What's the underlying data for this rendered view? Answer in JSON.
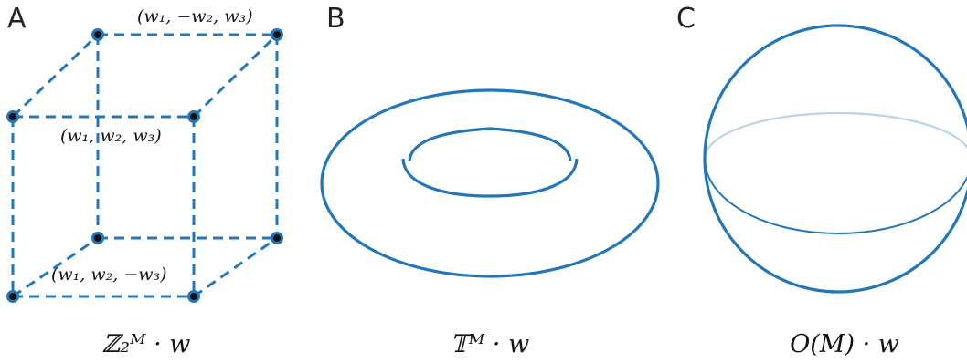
{
  "panels": [
    {
      "letter": "A",
      "coords": {
        "top_back_right": "(w₁, −w₂, w₃)",
        "top_front_right": "(w₁, w₂, w₃)",
        "bottom_front_right": "(w₁, w₂, −w₃)"
      },
      "caption": "ℤ₂ᴹ · w"
    },
    {
      "letter": "B",
      "caption": "𝕋ᴹ · w"
    },
    {
      "letter": "C",
      "caption": "O(M) · w"
    }
  ],
  "colors": {
    "line": "#2277bb",
    "vertex_fill": "#111111",
    "equator_back": "#b9d3ea",
    "text": "#111111",
    "letter": "#222222"
  }
}
